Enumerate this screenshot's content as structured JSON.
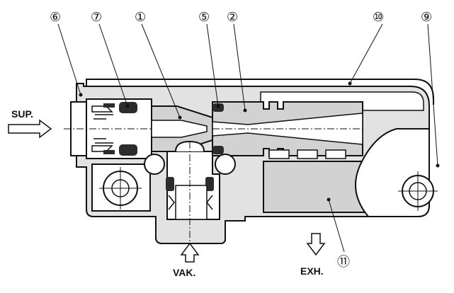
{
  "callouts": [
    {
      "id": "6",
      "label": "⑥"
    },
    {
      "id": "7",
      "label": "⑦"
    },
    {
      "id": "1",
      "label": "①"
    },
    {
      "id": "5",
      "label": "⑤"
    },
    {
      "id": "2",
      "label": "②"
    },
    {
      "id": "10",
      "label": "⑩"
    },
    {
      "id": "9",
      "label": "⑨"
    },
    {
      "id": "11",
      "label": "⑪"
    }
  ],
  "flows": {
    "supply": "SUP.",
    "vacuum": "VAK.",
    "exhaust": "EXH."
  },
  "colors": {
    "body_fill": "#e2e2e2",
    "insert_fill": "#d2d2d2",
    "seal_fill": "#2c2c2c",
    "line": "#111111"
  }
}
